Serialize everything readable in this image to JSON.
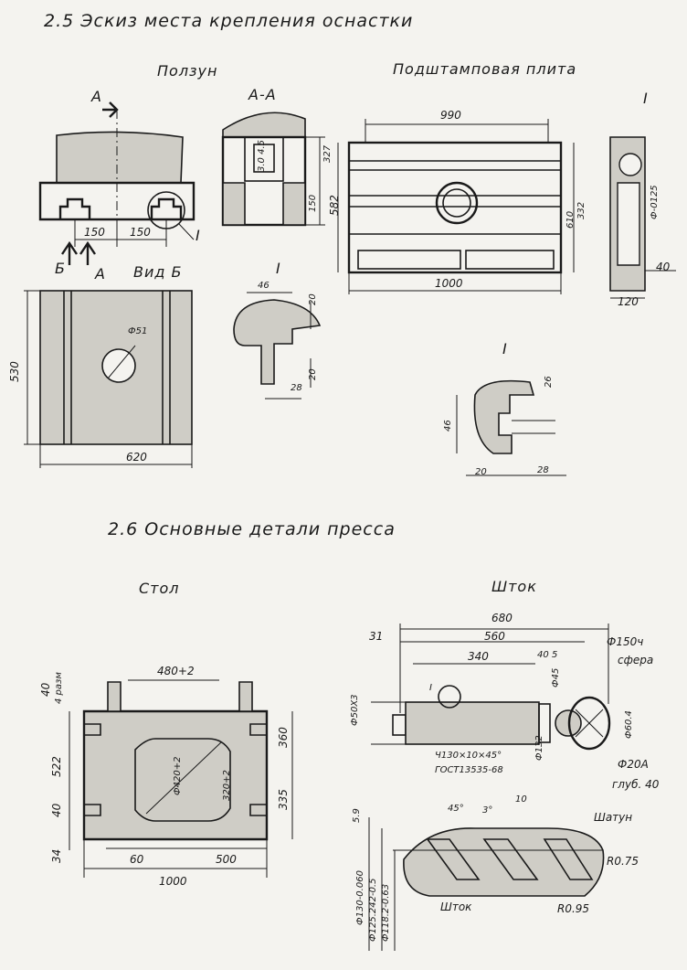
{
  "sections": {
    "s25_title": "2.5 Эскиз места крепления оснастки",
    "s26_title": "2.6 Основные детали пресса"
  },
  "views": {
    "polzun": "Ползун",
    "podshtamp": "Подштамповая плита",
    "aa": "А-А",
    "a_mark": "А",
    "a_mark2": "А",
    "b_mark": "Б",
    "vid_b": "Вид Б",
    "roman1_a": "I",
    "roman1_b": "I",
    "roman1_c": "I",
    "roman1_d": "I",
    "roman1_e": "I",
    "stol": "Стол",
    "shtok": "Шток",
    "shtok_label": "Шток",
    "shatun": "Шатун"
  },
  "dims_slider": {
    "d150a": "150",
    "d150b": "150",
    "d530": "530",
    "d620": "620",
    "phi": "Ф51",
    "aa_327": "327",
    "aa_150": "150",
    "aa_box": "3.0 4.5",
    "d1_46": "46",
    "d1_20a": "20",
    "d1_20b": "20",
    "d1_28": "28"
  },
  "dims_plate": {
    "d990": "990",
    "d1000": "1000",
    "d582": "582",
    "d610": "610",
    "d332": "332",
    "side_text": "Ф-0125",
    "d40": "40",
    "d120": "120",
    "s_46": "46",
    "s_26": "26",
    "s_20": "20",
    "s_28": "28"
  },
  "dims_table": {
    "d480": "480+2",
    "d40top": "40",
    "dtop_v": "4 разм",
    "d522": "522",
    "d40b": "40",
    "d34": "34",
    "d360": "360",
    "d335": "335",
    "d60": "60",
    "d500": "500",
    "d1000": "1000",
    "phi420": "Ф420+2",
    "d320": "320+2"
  },
  "dims_rod": {
    "d680": "680",
    "d560": "560",
    "d340": "340",
    "d31": "31",
    "d40": "40",
    "d5": "5",
    "phi150": "Ф150ч",
    "sfera": "сфера",
    "phi50": "Ф50Х3",
    "phi45": "Ф45",
    "phi60": "Ф60.4",
    "phi132": "Ф132",
    "note1": "Ч130×10×45°",
    "note2": "ГОСТ13535-68",
    "phi20": "Ф20А",
    "glub": "глуб. 40",
    "d10": "10",
    "d45deg": "45°",
    "d3deg": "3°",
    "d59": "5.9",
    "r075": "R0.75",
    "r095": "R0.95",
    "phi130": "Ф130-0.060",
    "phi125": "Ф125.242-0.5",
    "phi118": "Ф118.2-0.63"
  }
}
